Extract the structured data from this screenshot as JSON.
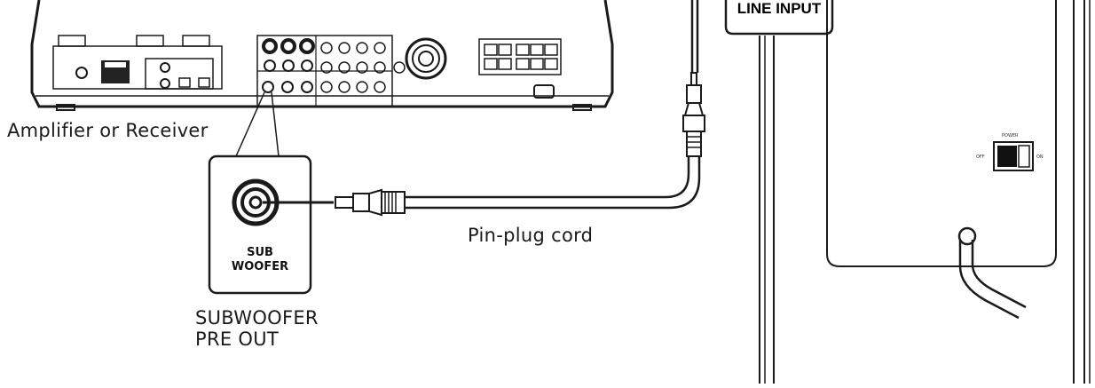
{
  "labels": {
    "amplifier": "Amplifier or Receiver",
    "cord": "Pin-plug cord",
    "subwoofer_pre_out_line1": "SUBWOOFER",
    "subwoofer_pre_out_line2": "PRE OUT",
    "jack_line1": "SUB",
    "jack_line2": "WOOFER",
    "line_input": "LINE INPUT",
    "power": "POWER",
    "off": "OFF",
    "on": "ON"
  },
  "icons": {
    "fan": "fan-grille-icon",
    "rca_jack": "rca-jack-icon",
    "rca_plug": "rca-plug-icon"
  }
}
